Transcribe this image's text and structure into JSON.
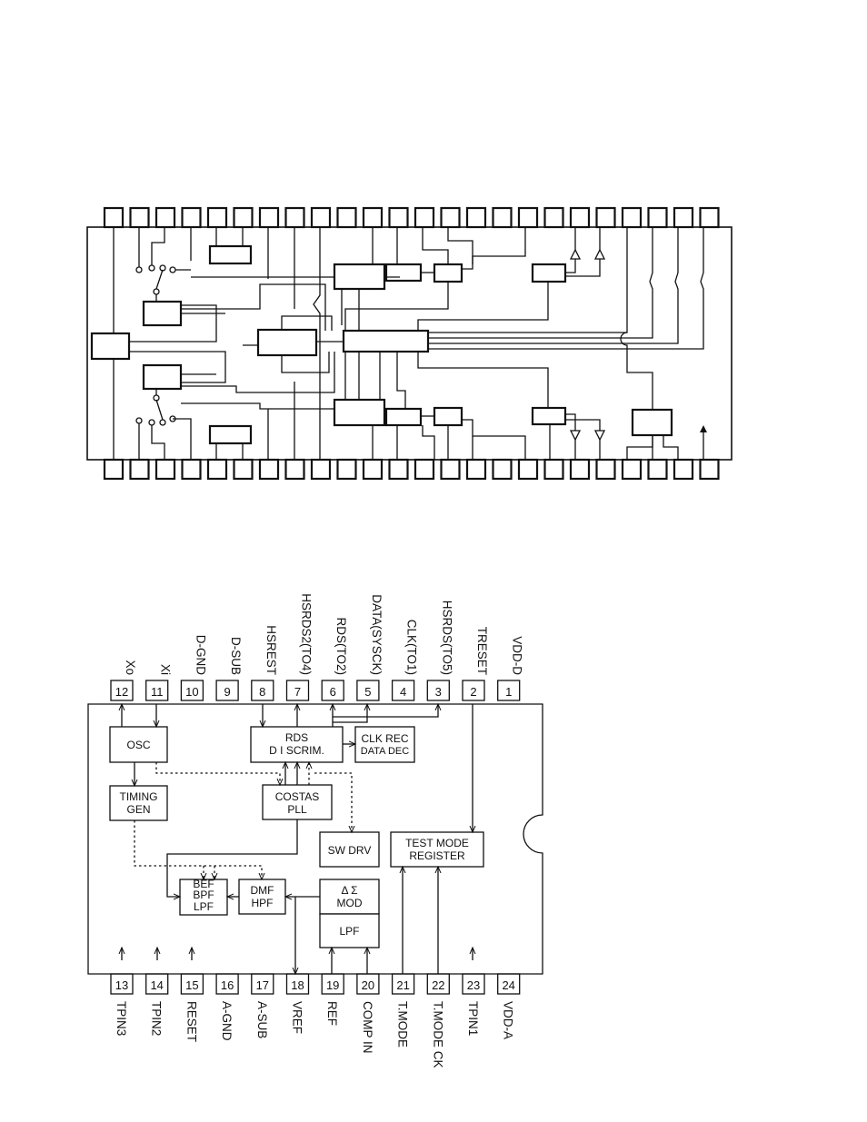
{
  "diagram1": {},
  "diagram2": {
    "top_pins": [
      {
        "num": "12",
        "name": "Xo"
      },
      {
        "num": "11",
        "name": "Xi"
      },
      {
        "num": "10",
        "name": "D-GND"
      },
      {
        "num": "9",
        "name": "D-SUB"
      },
      {
        "num": "8",
        "name": "HSREST"
      },
      {
        "num": "7",
        "name": "HSRDS2(TO4)"
      },
      {
        "num": "6",
        "name": "RDS(TO2)"
      },
      {
        "num": "5",
        "name": "DATA(SYSCK)"
      },
      {
        "num": "4",
        "name": "CLK(TO1)"
      },
      {
        "num": "3",
        "name": "HSRDS(TO5)"
      },
      {
        "num": "2",
        "name": "TRESET"
      },
      {
        "num": "1",
        "name": "VDD-D"
      }
    ],
    "bottom_pins": [
      {
        "num": "13",
        "name": "TPIN3"
      },
      {
        "num": "14",
        "name": "TPIN2"
      },
      {
        "num": "15",
        "name": "RESET"
      },
      {
        "num": "16",
        "name": "A-GND"
      },
      {
        "num": "17",
        "name": "A-SUB"
      },
      {
        "num": "18",
        "name": "VREF"
      },
      {
        "num": "19",
        "name": "REF"
      },
      {
        "num": "20",
        "name": "COMP IN"
      },
      {
        "num": "21",
        "name": "T.MODE"
      },
      {
        "num": "22",
        "name": "T.MODE CK"
      },
      {
        "num": "23",
        "name": "TPIN1"
      },
      {
        "num": "24",
        "name": "VDD-A"
      }
    ],
    "blocks": {
      "osc": [
        "OSC"
      ],
      "timing_gen": [
        "TIMING",
        "GEN"
      ],
      "rds_discrim": [
        "RDS",
        "D I SCRIM."
      ],
      "clk_rec": [
        "CLK REC",
        "DATA DEC"
      ],
      "costas_pll": [
        "COSTAS",
        "PLL"
      ],
      "sw_drv": [
        "SW DRV"
      ],
      "test_mode_register": [
        "TEST MODE",
        "REGISTER"
      ],
      "bef_bpf_lpf": [
        "BEF",
        "BPF",
        "LPF"
      ],
      "dmf_hpf": [
        "DMF",
        "HPF"
      ],
      "delta_sigma_mod": [
        "Δ Σ",
        "MOD"
      ],
      "lpf": [
        "LPF"
      ]
    }
  }
}
